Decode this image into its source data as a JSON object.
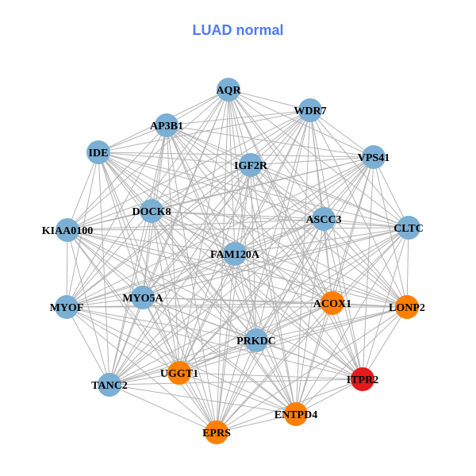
{
  "title": "LUAD normal",
  "colors": {
    "blue": "#7bafd4",
    "orange": "#ff7f00",
    "red": "#e41a1c",
    "edge": "#b3b3b3",
    "title": "#4f7af2"
  },
  "nodes": [
    {
      "id": "AQR",
      "group": "blue"
    },
    {
      "id": "WDR7",
      "group": "blue"
    },
    {
      "id": "AP3B1",
      "group": "blue"
    },
    {
      "id": "IDE",
      "group": "blue"
    },
    {
      "id": "VPS41",
      "group": "blue"
    },
    {
      "id": "IGF2R",
      "group": "blue"
    },
    {
      "id": "DOCK8",
      "group": "blue"
    },
    {
      "id": "ASCC3",
      "group": "blue"
    },
    {
      "id": "CLTC",
      "group": "blue"
    },
    {
      "id": "KIAA0100",
      "group": "blue"
    },
    {
      "id": "FAM120A",
      "group": "blue"
    },
    {
      "id": "MYO5A",
      "group": "blue"
    },
    {
      "id": "MYOF",
      "group": "blue"
    },
    {
      "id": "ACOX1",
      "group": "orange"
    },
    {
      "id": "LONP2",
      "group": "orange"
    },
    {
      "id": "PRKDC",
      "group": "blue"
    },
    {
      "id": "UGGT1",
      "group": "orange"
    },
    {
      "id": "ITPR2",
      "group": "red"
    },
    {
      "id": "TANC2",
      "group": "blue"
    },
    {
      "id": "ENTPD4",
      "group": "orange"
    },
    {
      "id": "EPRS",
      "group": "orange"
    }
  ],
  "edges": "all-pairs"
}
